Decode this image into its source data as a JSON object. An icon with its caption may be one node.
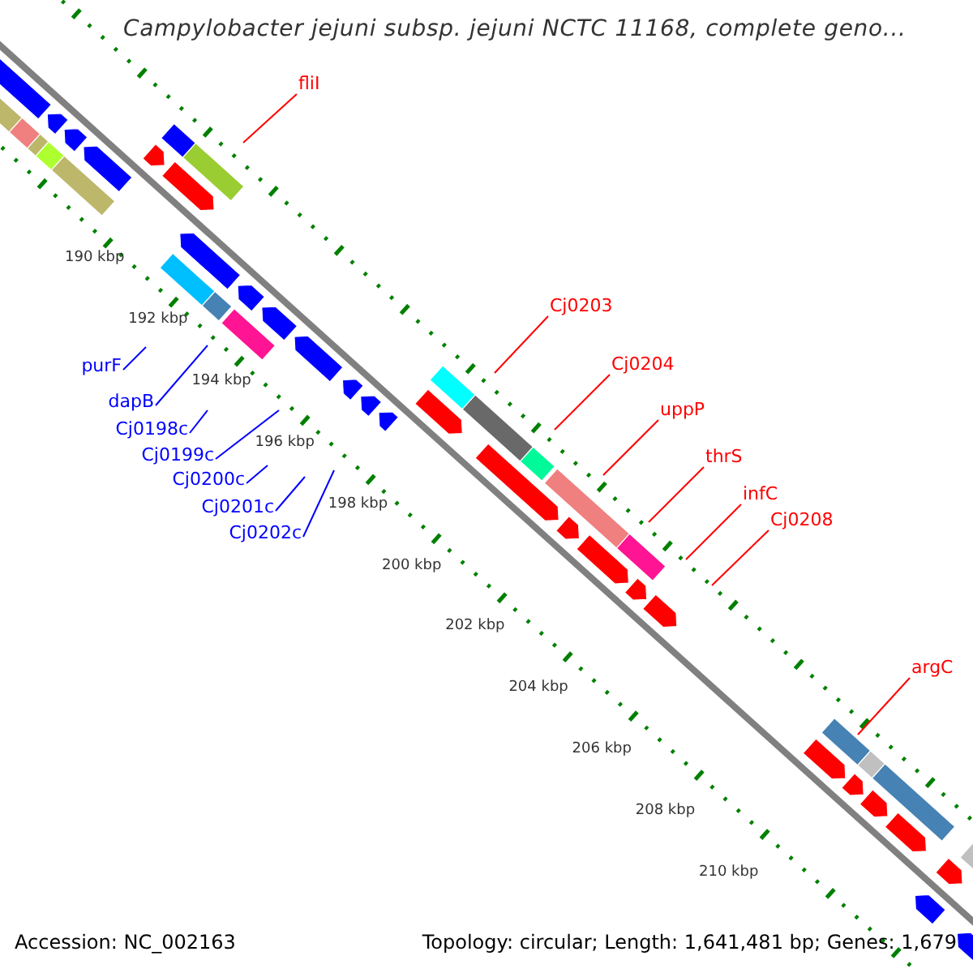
{
  "diagram": {
    "title": "Campylobacter jejuni subsp. jejuni NCTC 11168, complete geno...",
    "nodes": [
      {
        "text": [
          "fliI"
        ]
      },
      {
        "text": [
          "Cj0203"
        ]
      },
      {
        "text": [
          "Cj0204"
        ]
      },
      {
        "text": [
          "uppP"
        ]
      },
      {
        "text": [
          "thrS"
        ]
      },
      {
        "text": [
          "infC"
        ]
      },
      {
        "text": [
          "Cj0208"
        ]
      },
      {
        "text": [
          "argC"
        ]
      },
      {
        "text": [
          "purF"
        ]
      },
      {
        "text": [
          "dapB"
        ]
      },
      {
        "text": [
          "Cj0198c"
        ]
      },
      {
        "text": [
          "Cj0199c"
        ]
      },
      {
        "text": [
          "Cj0200c"
        ]
      },
      {
        "text": [
          "Cj0201c"
        ]
      },
      {
        "text": [
          "Cj0202c"
        ]
      }
    ],
    "edges": [
      {
        "from": 0,
        "to": null,
        "arrow": "none",
        "color": "#ff0000"
      },
      {
        "from": 1,
        "to": null,
        "arrow": "none",
        "color": "#ff0000"
      },
      {
        "from": 2,
        "to": null,
        "arrow": "none",
        "color": "#ff0000"
      },
      {
        "from": 3,
        "to": null,
        "arrow": "none",
        "color": "#ff0000"
      },
      {
        "from": 4,
        "to": null,
        "arrow": "none",
        "color": "#ff0000"
      },
      {
        "from": 5,
        "to": null,
        "arrow": "none",
        "color": "#ff0000"
      },
      {
        "from": 6,
        "to": null,
        "arrow": "none",
        "color": "#ff0000"
      },
      {
        "from": 7,
        "to": null,
        "arrow": "none",
        "color": "#ff0000"
      },
      {
        "from": 8,
        "to": null,
        "arrow": "none",
        "color": "#0000ff"
      },
      {
        "from": 9,
        "to": null,
        "arrow": "none",
        "color": "#0000ff"
      },
      {
        "from": 10,
        "to": null,
        "arrow": "none",
        "color": "#0000ff"
      },
      {
        "from": 11,
        "to": null,
        "arrow": "none",
        "color": "#0000ff"
      },
      {
        "from": 12,
        "to": null,
        "arrow": "none",
        "color": "#0000ff"
      },
      {
        "from": 13,
        "to": null,
        "arrow": "none",
        "color": "#0000ff"
      },
      {
        "from": 14,
        "to": null,
        "arrow": "none",
        "color": "#0000ff"
      }
    ],
    "labels": [
      "190 kbp",
      "192 kbp",
      "194 kbp",
      "196 kbp",
      "198 kbp",
      "200 kbp",
      "202 kbp",
      "204 kbp",
      "206 kbp",
      "208 kbp",
      "210 kbp",
      "Accession: NC_002163",
      "Topology: circular; Length: 1,641,481 bp; Genes: 1,679"
    ]
  }
}
